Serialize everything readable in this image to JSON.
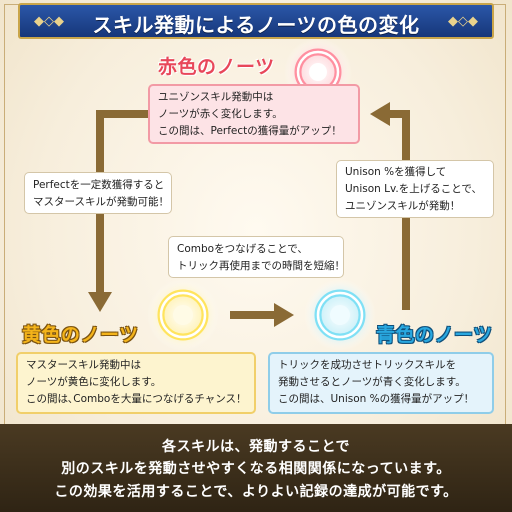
{
  "title": "スキル発動によるノーツの色の変化",
  "colors": {
    "red": "#e8475a",
    "yellow": "#f4b41a",
    "blue": "#29a8e0",
    "banner": "#1f4a96",
    "arrow": "#8a6a35"
  },
  "states": {
    "red": {
      "heading": "赤色のノーツ",
      "lines": [
        "ユニゾンスキル発動中は",
        "ノーツが赤く変化します。",
        "この間は、Perfectの獲得量がアップ！"
      ]
    },
    "yellow": {
      "heading": "黄色のノーツ",
      "lines": [
        "マスタースキル発動中は",
        "ノーツが黄色に変化します。",
        "この間は､Comboを大量につなげるチャンス！"
      ]
    },
    "blue": {
      "heading": "青色のノーツ",
      "lines": [
        "トリックを成功させトリックスキルを",
        "発動させるとノーツが青く変化します。",
        "この間は、Unison %の獲得量がアップ！"
      ]
    }
  },
  "transitions": {
    "red_to_yellow": [
      "Perfectを一定数獲得すると",
      "マスタースキルが発動可能！"
    ],
    "yellow_to_blue": [
      "Comboをつなげることで、",
      "トリック再使用までの時間を短縮！"
    ],
    "blue_to_red": [
      "Unison %を獲得して",
      "Unison Lv.を上げることで、",
      "ユニゾンスキルが発動！"
    ]
  },
  "footer": [
    "各スキルは、発動することで",
    "別のスキルを発動させやすくなる相関関係になっています。",
    "この効果を活用することで、よりよい記録の達成が可能です。"
  ]
}
